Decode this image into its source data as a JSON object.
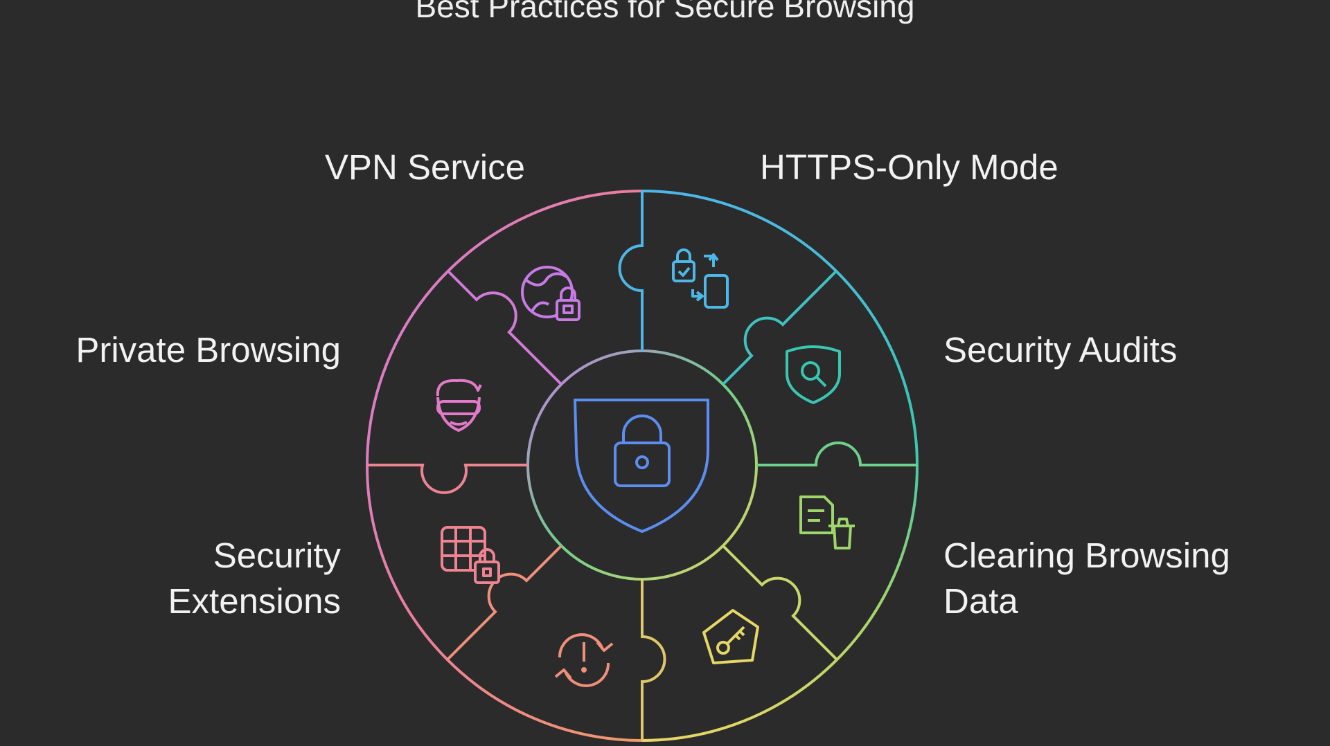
{
  "title": "Best Practices for Secure Browsing",
  "labels": {
    "vpn": "VPN Service",
    "https": "HTTPS-Only Mode",
    "private": "Private Browsing",
    "audits": "Security Audits",
    "extensions_line1": "Security",
    "extensions_line2": "Extensions",
    "clearing_line1": "Clearing Browsing",
    "clearing_line2": "Data"
  },
  "icons": {
    "center": "shield-lock-icon",
    "vpn": "globe-lock-icon",
    "https": "lock-phone-sync-icon",
    "private": "incognito-face-icon",
    "audits": "shield-search-icon",
    "extensions": "grid-lock-icon",
    "clearing": "document-trash-icon",
    "bottom_left": "alert-refresh-icon",
    "bottom_right": "key-pentagon-icon"
  },
  "colors": {
    "background": "#2b2b2b",
    "text": "#f2f2f2",
    "purple": "#c77be6",
    "magenta": "#e27ac9",
    "pink": "#ec7fa0",
    "salmon": "#ee8878",
    "orange": "#f09a6a",
    "blue": "#4db8e8",
    "teal": "#38c7b0",
    "green": "#6fd08a",
    "yellow": "#dede6a",
    "center_blue": "#5b8ef0"
  }
}
